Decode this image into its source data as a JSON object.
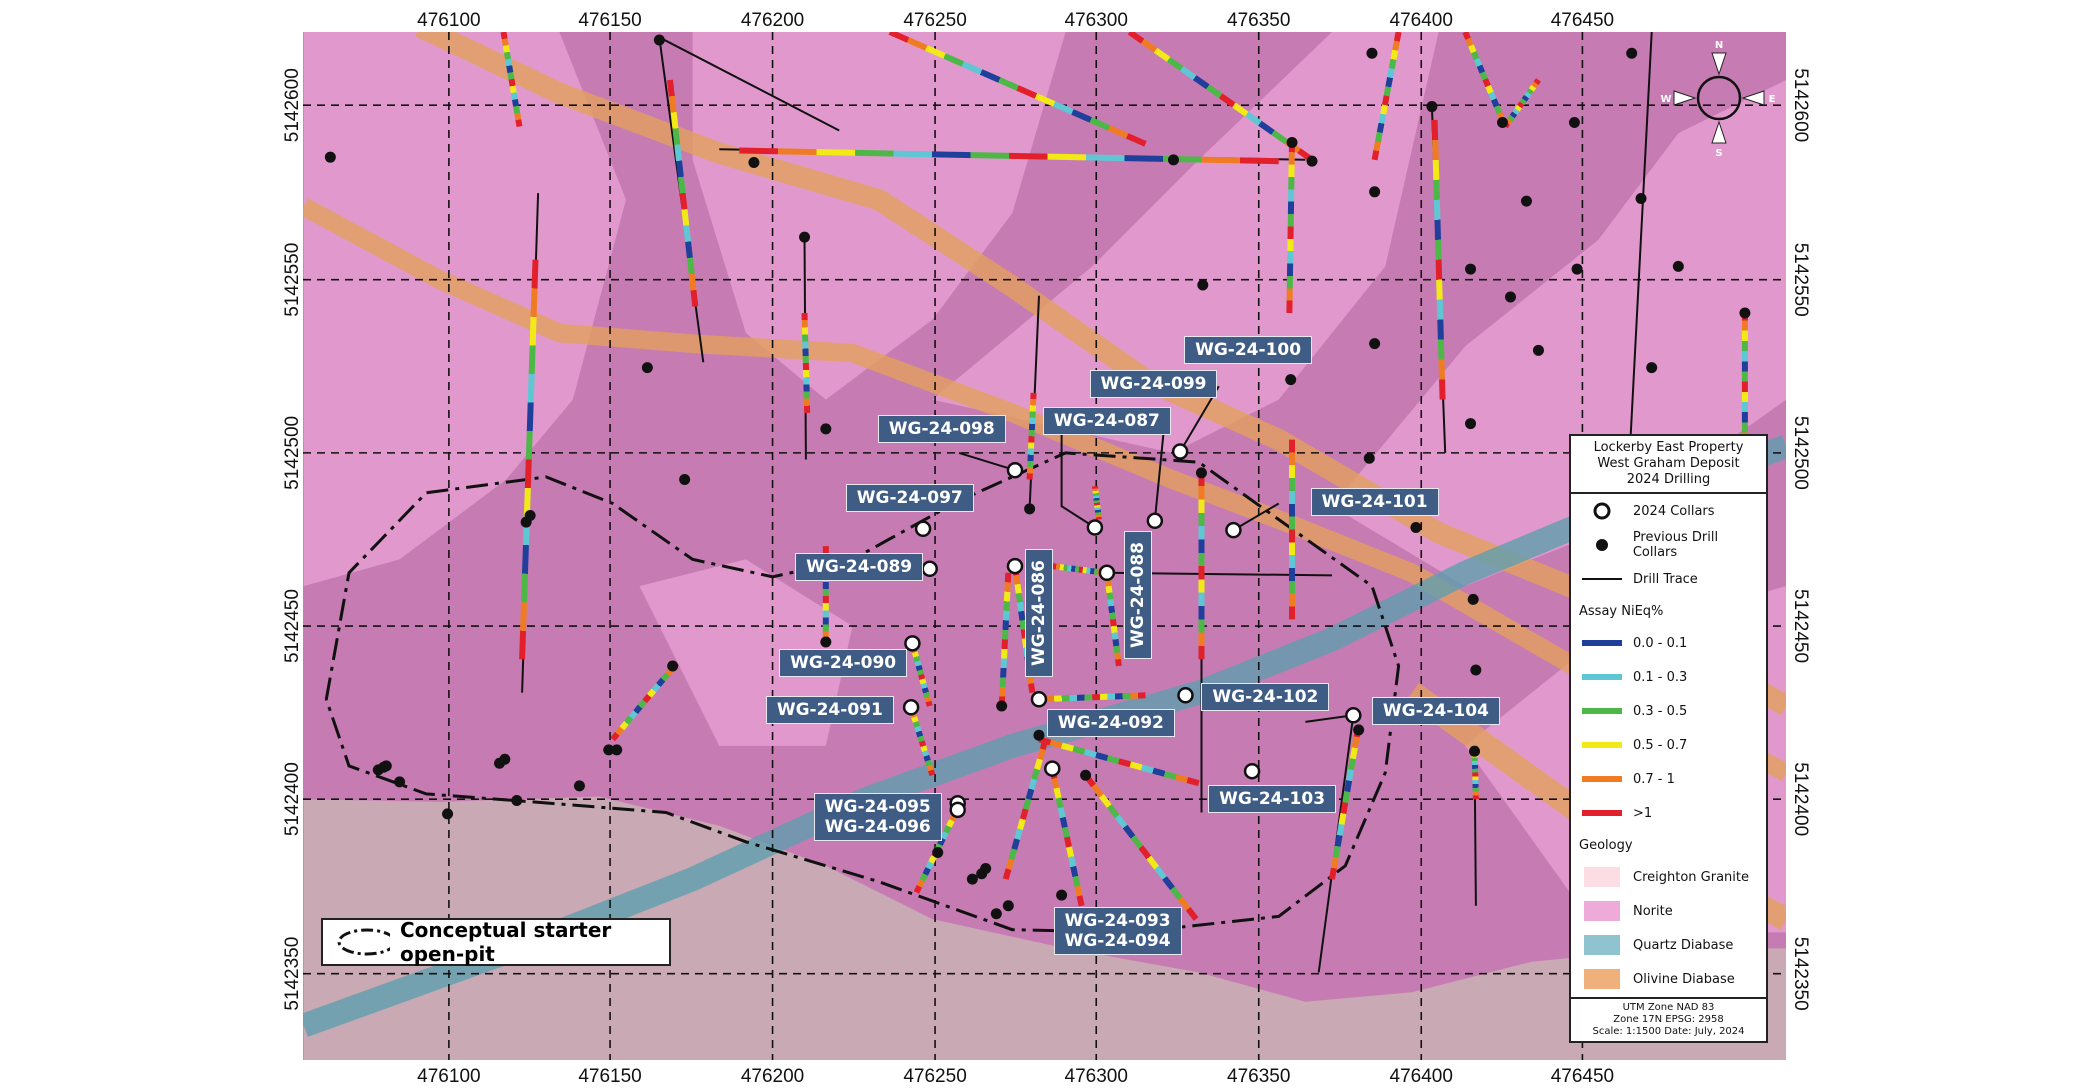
{
  "axes": {
    "x_ticks": [
      "476100",
      "476150",
      "476200",
      "476250",
      "476300",
      "476350",
      "476400",
      "476450"
    ],
    "y_ticks": [
      "5142600",
      "5142550",
      "5142500",
      "5142450",
      "5142400",
      "5142350"
    ]
  },
  "compass": {
    "n": "N",
    "s": "S",
    "e": "E",
    "w": "W"
  },
  "hole_labels": [
    {
      "text": "WG-24-100"
    },
    {
      "text": "WG-24-099"
    },
    {
      "text": "WG-24-098"
    },
    {
      "text": "WG-24-087"
    },
    {
      "text": "WG-24-097"
    },
    {
      "text": "WG-24-101"
    },
    {
      "text": "WG-24-089"
    },
    {
      "text": "WG-24-086"
    },
    {
      "text": "WG-24-088"
    },
    {
      "text": "WG-24-090"
    },
    {
      "text": "WG-24-102"
    },
    {
      "text": "WG-24-091"
    },
    {
      "text": "WG-24-092"
    },
    {
      "text": "WG-24-104"
    },
    {
      "text": "WG-24-103"
    },
    {
      "text": "WG-24-095",
      "text2": "WG-24-096"
    },
    {
      "text": "WG-24-093",
      "text2": "WG-24-094"
    }
  ],
  "pit_label": "Conceptual starter open-pit",
  "legend": {
    "title": [
      "Lockerby East Property",
      "West Graham Deposit",
      "2024 Drilling"
    ],
    "symbols": [
      {
        "label": "2024 Collars",
        "icon": "open-circle"
      },
      {
        "label": "Previous Drill Collars",
        "icon": "filled-circle"
      },
      {
        "label": "Drill Trace",
        "icon": "line"
      }
    ],
    "assay_title": "Assay NiEq%",
    "assay": [
      {
        "label": "0.0 - 0.1",
        "color": "#1f3f9a"
      },
      {
        "label": "0.1 - 0.3",
        "color": "#5fc6d4"
      },
      {
        "label": "0.3 - 0.5",
        "color": "#4db848"
      },
      {
        "label": "0.5 - 0.7",
        "color": "#f2ea17"
      },
      {
        "label": "0.7 - 1",
        "color": "#ef7c22"
      },
      {
        "label": ">1",
        "color": "#e2202b"
      }
    ],
    "geology_title": "Geology",
    "geology": [
      {
        "label": "Creighton Granite",
        "color": "#fbdde3"
      },
      {
        "label": "Norite",
        "color": "#eeaad8"
      },
      {
        "label": "Quartz Diabase",
        "color": "#8fc3cf"
      },
      {
        "label": "Olivine Diabase",
        "color": "#efb07c"
      }
    ],
    "footer": [
      "UTM Zone NAD 83",
      "Zone 17N  EPSG: 2958",
      "Scale: 1:1500  Date: July, 2024"
    ]
  }
}
